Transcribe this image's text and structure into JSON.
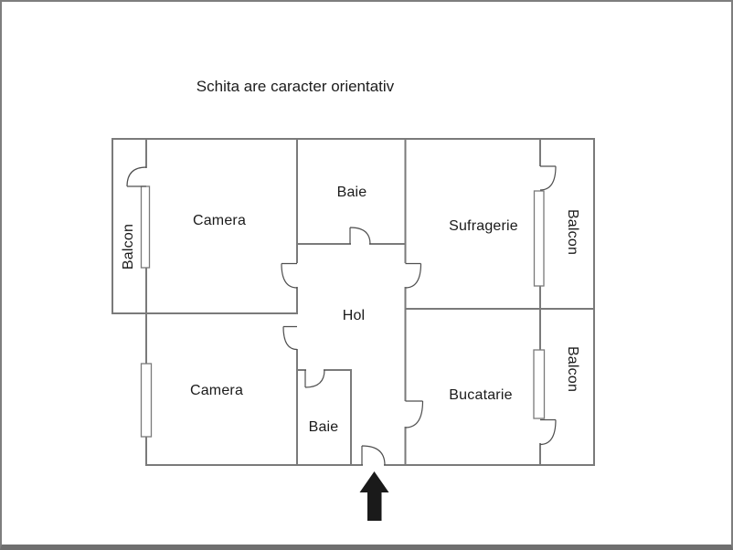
{
  "title": "Schita are caracter orientativ",
  "colors": {
    "wall": "#7a7a7a",
    "door": "#4f4f4f",
    "text": "#1a1a1a",
    "arrow": "#1a1a1a",
    "page_border": "#6f6f6f"
  },
  "plan": {
    "rooms": [
      {
        "id": "camera-upper",
        "label": "Camera"
      },
      {
        "id": "baie-upper",
        "label": "Baie"
      },
      {
        "id": "sufragerie",
        "label": "Sufragerie"
      },
      {
        "id": "balcon-left",
        "label": "Balcon"
      },
      {
        "id": "balcon-top-right",
        "label": "Balcon"
      },
      {
        "id": "camera-lower",
        "label": "Camera"
      },
      {
        "id": "hol",
        "label": "Hol"
      },
      {
        "id": "baie-lower",
        "label": "Baie"
      },
      {
        "id": "bucatarie",
        "label": "Bucatarie"
      },
      {
        "id": "balcon-bottom-right",
        "label": "Balcon"
      }
    ],
    "entrance_marker": "up-arrow"
  }
}
